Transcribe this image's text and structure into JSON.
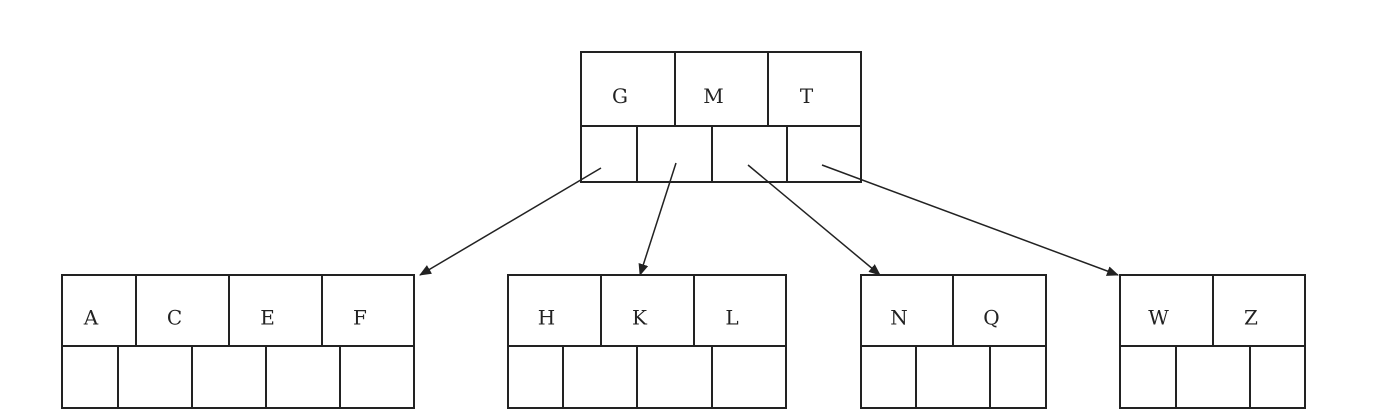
{
  "tree": {
    "root": {
      "keys": [
        "G",
        "M",
        "T"
      ]
    },
    "children": [
      {
        "keys": [
          "A",
          "C",
          "E",
          "F"
        ]
      },
      {
        "keys": [
          "H",
          "K",
          "L"
        ]
      },
      {
        "keys": [
          "N",
          "Q"
        ]
      },
      {
        "keys": [
          "W",
          "Z"
        ]
      }
    ]
  },
  "colors": {
    "line": "#222222",
    "background": "#ffffff"
  }
}
